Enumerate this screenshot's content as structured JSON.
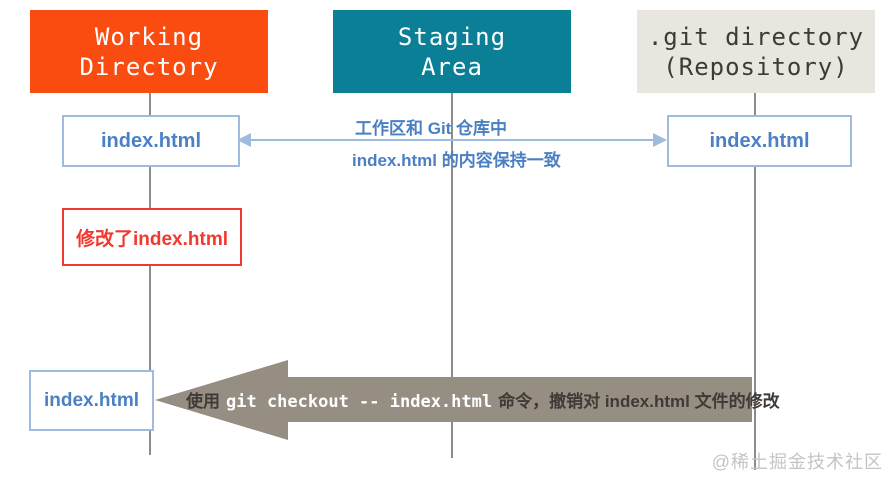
{
  "columns": [
    {
      "id": "working-directory",
      "line1": "Working",
      "line2": "Directory"
    },
    {
      "id": "staging-area",
      "line1": "Staging",
      "line2": "Area"
    },
    {
      "id": "git-directory",
      "line1": ".git directory",
      "line2": "(Repository)"
    }
  ],
  "boxes": {
    "working_file": "index.html",
    "repo_file": "index.html",
    "restored_file": "index.html",
    "modified_note": "修改了index.html"
  },
  "sync_annotation": {
    "line1": "工作区和 Git 仓库中",
    "line2": "index.html 的内容保持一致"
  },
  "checkout_arrow": {
    "prefix": "使用",
    "command": "git checkout -- index.html",
    "suffix": "命令，撤销对 index.html 文件的修改"
  },
  "watermark": "@稀土掘金技术社区",
  "colors": {
    "orange": "#FA4B11",
    "teal": "#0B7F96",
    "grayBg": "#E9E6E0",
    "grayText": "#3C3B35",
    "blueText": "#4B80C5",
    "blueBorder": "#9FBBDD",
    "blueAnnotation": "#4A7FC1",
    "red": "#F0392F",
    "arrowGray": "#968D83",
    "arrowTextDark": "#3F3A35",
    "lineGray": "#8C8C8C",
    "watermarkGray": "#C4C4C4"
  }
}
